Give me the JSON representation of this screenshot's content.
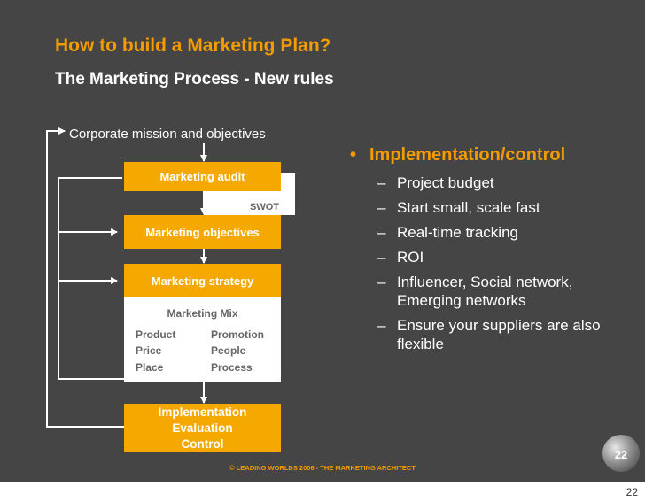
{
  "title": "How to build a Marketing Plan?",
  "subtitle": "The Marketing Process - New rules",
  "diagram": {
    "corporate_mission": "Corporate mission and objectives",
    "marketing_audit": "Marketing audit",
    "swot": "SWOT",
    "marketing_objectives": "Marketing objectives",
    "marketing_strategy": "Marketing strategy",
    "marketing_mix": {
      "title": "Marketing Mix",
      "col1": [
        "Product",
        "Price",
        "Place"
      ],
      "col2": [
        "Promotion",
        "People",
        "Process"
      ]
    },
    "implementation": [
      "Implementation",
      "Evaluation",
      "Control"
    ]
  },
  "bullets": {
    "main": "Implementation/control",
    "items": [
      "Project budget",
      "Start small, scale fast",
      "Real-time tracking",
      "ROI",
      "Influencer, Social network, Emerging networks",
      "Ensure your suppliers are also flexible"
    ]
  },
  "footer": "© LEADING WORLDS 2006 - THE MARKETING ARCHITECT",
  "slide_number": "22",
  "page_number": "22",
  "colors": {
    "accent": "#f39b00",
    "box": "#f5a800",
    "background": "#454545"
  }
}
